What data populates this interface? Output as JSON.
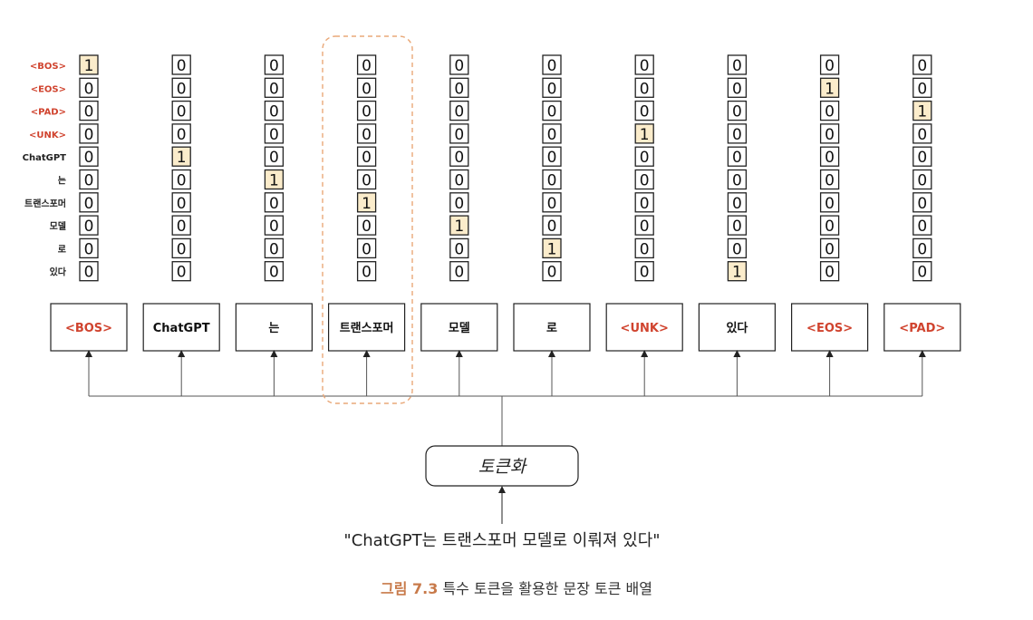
{
  "vocab": [
    {
      "label": "<BOS>",
      "special": true
    },
    {
      "label": "<EOS>",
      "special": true
    },
    {
      "label": "<PAD>",
      "special": true
    },
    {
      "label": "<UNK>",
      "special": true
    },
    {
      "label": "ChatGPT",
      "special": false
    },
    {
      "label": "는",
      "special": false
    },
    {
      "label": "트랜스포머",
      "special": false
    },
    {
      "label": "모델",
      "special": false
    },
    {
      "label": "로",
      "special": false
    },
    {
      "label": "있다",
      "special": false
    }
  ],
  "tokens": [
    {
      "label": "<BOS>",
      "special": true,
      "vector": [
        1,
        0,
        0,
        0,
        0,
        0,
        0,
        0,
        0,
        0
      ]
    },
    {
      "label": "ChatGPT",
      "special": false,
      "vector": [
        0,
        0,
        0,
        0,
        1,
        0,
        0,
        0,
        0,
        0
      ]
    },
    {
      "label": "는",
      "special": false,
      "vector": [
        0,
        0,
        0,
        0,
        0,
        1,
        0,
        0,
        0,
        0
      ]
    },
    {
      "label": "트랜스포머",
      "special": false,
      "vector": [
        0,
        0,
        0,
        0,
        0,
        0,
        1,
        0,
        0,
        0
      ]
    },
    {
      "label": "모델",
      "special": false,
      "vector": [
        0,
        0,
        0,
        0,
        0,
        0,
        0,
        1,
        0,
        0
      ]
    },
    {
      "label": "로",
      "special": false,
      "vector": [
        0,
        0,
        0,
        0,
        0,
        0,
        0,
        0,
        1,
        0
      ]
    },
    {
      "label": "<UNK>",
      "special": true,
      "vector": [
        0,
        0,
        0,
        1,
        0,
        0,
        0,
        0,
        0,
        0
      ]
    },
    {
      "label": "있다",
      "special": false,
      "vector": [
        0,
        0,
        0,
        0,
        0,
        0,
        0,
        0,
        0,
        1
      ]
    },
    {
      "label": "<EOS>",
      "special": true,
      "vector": [
        0,
        1,
        0,
        0,
        0,
        0,
        0,
        0,
        0,
        0
      ]
    },
    {
      "label": "<PAD>",
      "special": true,
      "vector": [
        0,
        0,
        1,
        0,
        0,
        0,
        0,
        0,
        0,
        0
      ]
    }
  ],
  "highlighted_token_index": 3,
  "tokenizer_label": "토큰화",
  "input_sentence": "\"ChatGPT는 트랜스포머 모델로 이뤄져 있다\"",
  "caption": {
    "figure_label": "그림 7.3",
    "text": " 특수 토큰을 활용한 문장 토큰 배열"
  },
  "colors": {
    "special_text": "#d0432e",
    "one_fill": "#fbeccb",
    "zero_fill": "#ffffff",
    "line": "#222222",
    "arrow_line": "#555555",
    "dashed": "#e9a878",
    "figure_label": "#c87a4a"
  }
}
